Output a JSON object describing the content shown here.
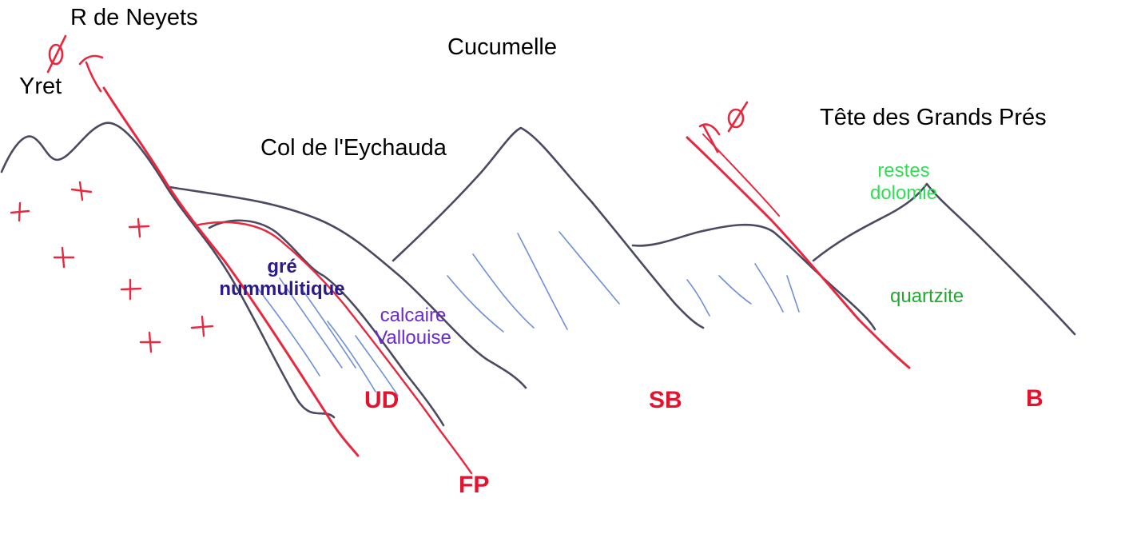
{
  "colors": {
    "ridge": "#4a4a62",
    "fault": "#e8283e",
    "bedding": "#6f8fd6",
    "unit_label": "#e3132e",
    "gres": "#2a1a8a",
    "calcaire": "#6a2ad0",
    "restes": "#33dd55",
    "quartzite": "#1faa2c",
    "place": "#000000"
  },
  "places": {
    "r_de_neyets": "R de Neyets",
    "yret": "Yret",
    "cucumelle": "Cucumelle",
    "col_eychauda": "Col de l'Eychauda",
    "tete_grands_pres": "Tête des Grands Prés"
  },
  "rocks": {
    "gres_line1": "gré",
    "gres_line2": "nummulitique",
    "calcaire_line1": "calcaire",
    "calcaire_line2": "Vallouise",
    "restes_line1": "restes",
    "restes_line2": "dolomie",
    "quartzite": "quartzite"
  },
  "units": {
    "ud": "UD",
    "sb": "SB",
    "b": "B",
    "fp": "FP"
  }
}
